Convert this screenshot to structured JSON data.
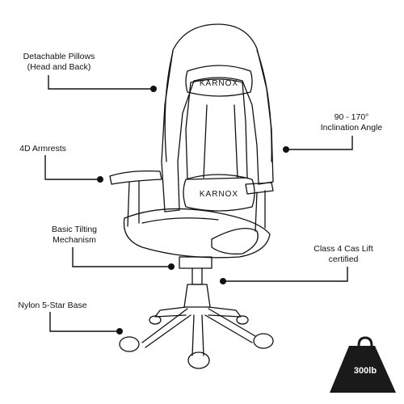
{
  "diagram": {
    "brand": "KARNOX",
    "callouts": [
      {
        "id": "pillows",
        "lines": [
          "Detachable Pillows",
          "(Head and Back)"
        ]
      },
      {
        "id": "incline",
        "lines": [
          "90 - 170°",
          "Inclination Angle"
        ]
      },
      {
        "id": "armrests",
        "lines": [
          "4D  Armrests"
        ]
      },
      {
        "id": "tilt",
        "lines": [
          "Basic Tilting",
          "Mechanism"
        ]
      },
      {
        "id": "gaslift",
        "lines": [
          "Class 4 Cas Lift",
          "certified"
        ]
      },
      {
        "id": "base",
        "lines": [
          "Nylon 5-Star Base"
        ]
      }
    ],
    "weight_badge": "300lb",
    "colors": {
      "line": "#111111",
      "badge": "#1a1a1a",
      "background": "#ffffff"
    }
  }
}
